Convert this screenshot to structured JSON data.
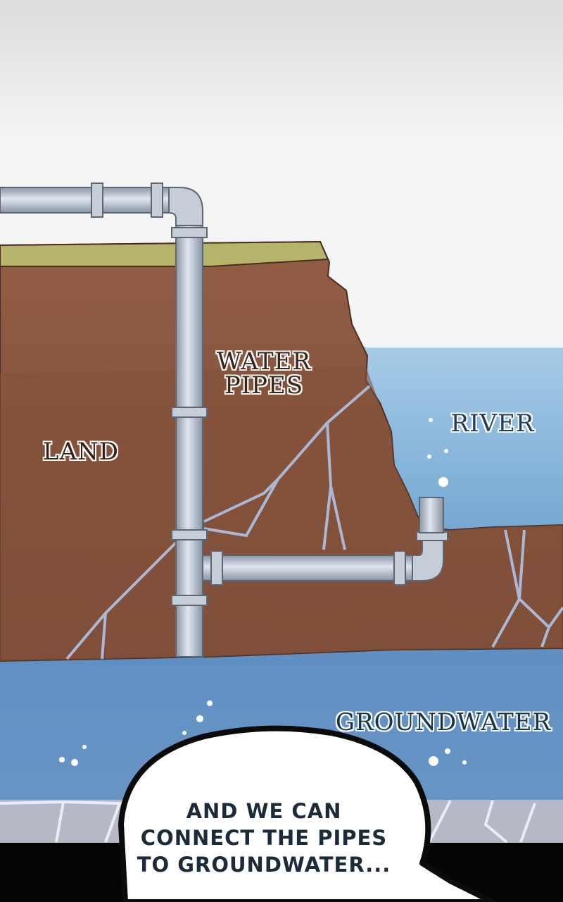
{
  "labels": {
    "land": "LAND",
    "water_pipes_line1": "WATER",
    "water_pipes_line2": "PIPES",
    "river": "RIVER",
    "groundwater": "GROUNDWATER"
  },
  "speech_bubble": {
    "line1": "AND WE CAN",
    "line2": "CONNECT THE PIPES",
    "line3": "TO GROUNDWATER..."
  },
  "colors": {
    "sky": "#f6f6f6",
    "grass": "#b7b46a",
    "soil": "#8b5640",
    "river": "#7fb0d6",
    "groundwater": "#5e8ec4",
    "pipe": "#aeb8c4",
    "bedrock": "#b9bcc6"
  }
}
